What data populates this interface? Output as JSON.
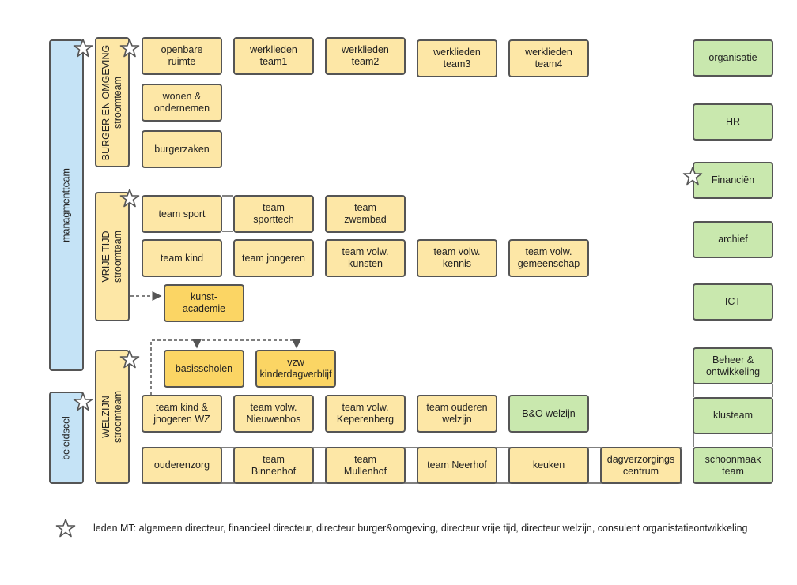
{
  "left_bars": {
    "management": "managmentteam",
    "policy": "beleidscel"
  },
  "streams": {
    "burger": "BURGER EN OMGEVING\nstroomteam",
    "vrijetijd": "VRIJE TIJD\nstroomteam",
    "welzijn": "WELZIJN\nstroomteam"
  },
  "burger_row1": [
    "openbare\nruimte",
    "werklieden\nteam1",
    "werklieden\nteam2",
    "werklieden\nteam3",
    "werklieden\nteam4"
  ],
  "burger_col": [
    "wonen &\nondernemen",
    "burgerzaken"
  ],
  "vt_row1": [
    "team sport",
    "team\nsporttech",
    "team\nzwembad"
  ],
  "vt_row2": [
    "team kind",
    "team jongeren",
    "team volw.\nkunsten",
    "team volw.\nkennis",
    "team volw.\ngemeenschap"
  ],
  "vt_ext": "kunst-\nacademie",
  "wz_ext": [
    "basisscholen",
    "vzw\nkinderdagverblijf"
  ],
  "wz_row1": [
    "team kind &\njnogeren WZ",
    "team volw.\nNieuwenbos",
    "team volw.\nKeperenberg",
    "team ouderen\nwelzijn",
    "B&O welzijn"
  ],
  "wz_row2": [
    "ouderenzorg",
    "team\nBinnenhof",
    "team\nMullenhof",
    "team Neerhof",
    "keuken",
    "dagverzorgings\ncentrum"
  ],
  "support": [
    "organisatie",
    "HR",
    "Financiën",
    "archief",
    "ICT",
    "Beheer &\nontwikkeling",
    "klusteam",
    "schoonmaak\nteam"
  ],
  "legend": "leden MT: algemeen directeur, financieel directeur, directeur burger&omgeving, directeur vrije tijd, directeur welzijn, consulent organistatieontwikkeling",
  "colors": {
    "team": "#fde7a6",
    "external": "#fbd564",
    "support": "#c9e8ae",
    "management": "#c5e3f6"
  },
  "icons": [
    "star-icon"
  ]
}
